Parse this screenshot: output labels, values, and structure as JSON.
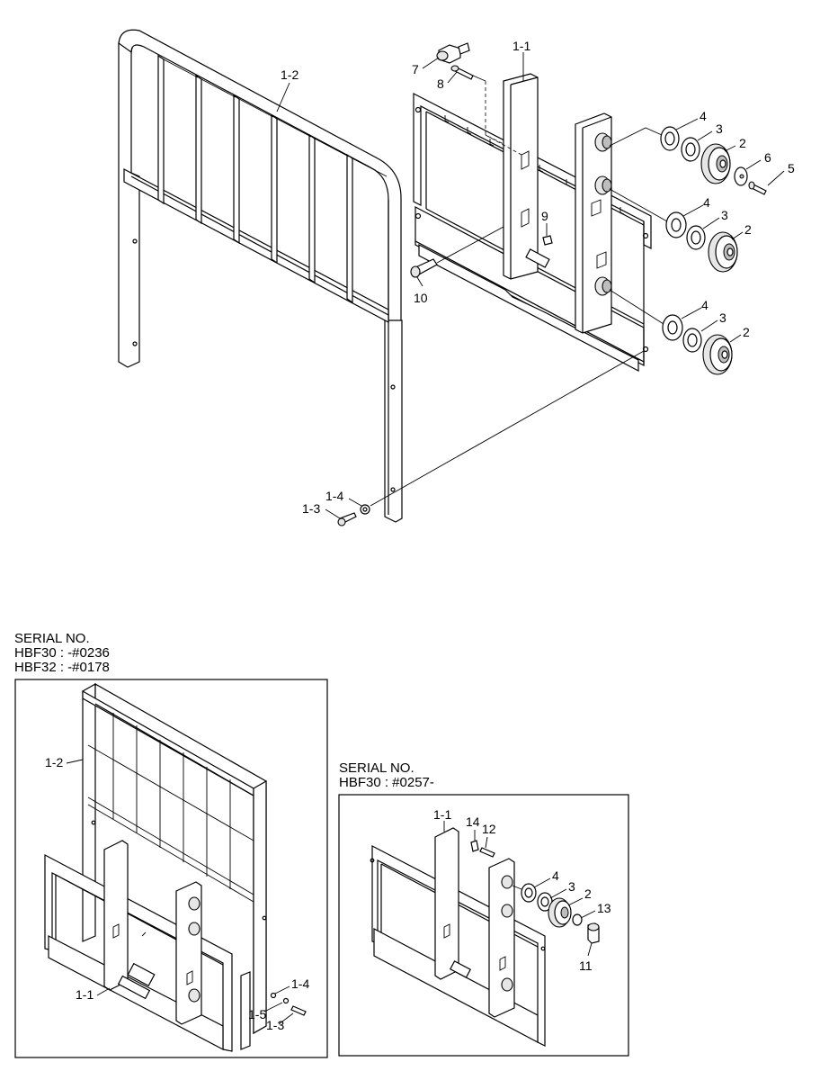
{
  "main_callouts": {
    "c_1_2": "1-2",
    "c_1_1": "1-1",
    "c_7": "7",
    "c_8": "8",
    "c_4a": "4",
    "c_3a": "3",
    "c_2a": "2",
    "c_6": "6",
    "c_5": "5",
    "c_9": "9",
    "c_4b": "4",
    "c_3b": "3",
    "c_2b": "2",
    "c_10": "10",
    "c_4c": "4",
    "c_3c": "3",
    "c_2c": "2",
    "c_1_4": "1-4",
    "c_1_3": "1-3"
  },
  "inset_left": {
    "serial_title": "SERIAL NO.",
    "serial_line1": "HBF30 : -#0236",
    "serial_line2": "HBF32 : -#0178",
    "c_1_2": "1-2",
    "c_1_1": "1-1",
    "c_1_4": "1-4",
    "c_1_5": "1-5",
    "c_1_3": "1-3"
  },
  "inset_right": {
    "serial_title": "SERIAL NO.",
    "serial_line1": "HBF30 : #0257-",
    "c_1_1": "1-1",
    "c_14": "14",
    "c_12": "12",
    "c_4": "4",
    "c_3": "3",
    "c_2": "2",
    "c_13": "13",
    "c_11": "11"
  }
}
